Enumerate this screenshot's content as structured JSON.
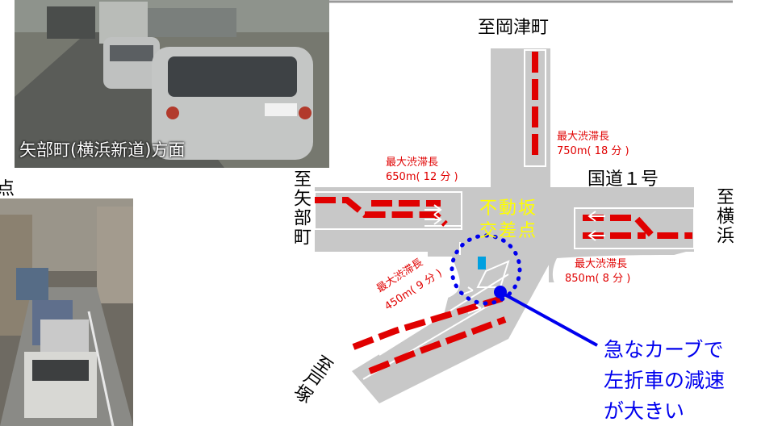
{
  "photos": {
    "top_caption": "矢部町(横浜新道)方面",
    "left_partial_caption": "点"
  },
  "destinations": {
    "north": "至岡津町",
    "west": "至矢部町",
    "east": "至横浜",
    "southwest": "至戸塚"
  },
  "road": {
    "name": "国道１号"
  },
  "intersection": {
    "name_line1": "不動坂",
    "name_line2": "交差点"
  },
  "congestion": {
    "north": {
      "line1": "最大渋滞長",
      "line2": "750m( 18 分 )"
    },
    "west": {
      "line1": "最大渋滞長",
      "line2": "650m( 12 分 )"
    },
    "east": {
      "line1": "最大渋滞長",
      "line2": "850m( 8 分 )"
    },
    "southwest": {
      "line1": "最大渋滞長",
      "line2": "450m( 9 分 )"
    }
  },
  "note": {
    "line1": "急なカーブで",
    "line2": "左折車の減速",
    "line3": "が大きい"
  },
  "colors": {
    "road": "#c8c8c8",
    "queue": "#e00000",
    "callout": "#0000ee",
    "intersection_label": "#ffff00",
    "signal": "#00a0e0"
  }
}
